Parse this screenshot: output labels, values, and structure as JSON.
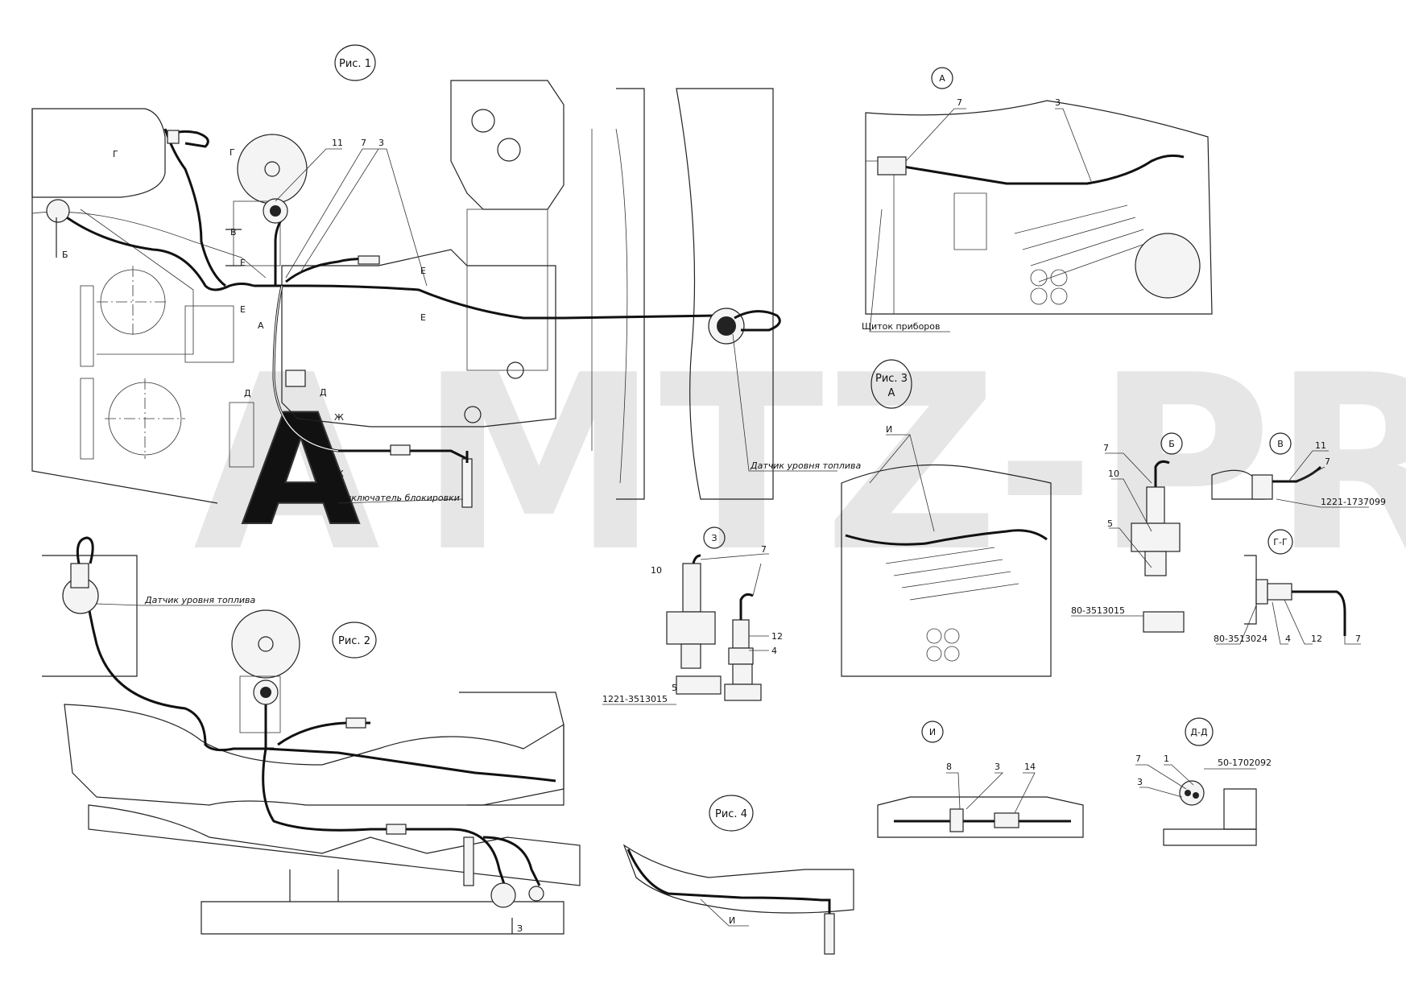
{
  "watermark": {
    "left": "A",
    "right": "MTZ-PRO"
  },
  "figures": {
    "fig1": "Рис. 1",
    "fig2": "Рис. 2",
    "fig3": "Рис. 3",
    "fig3_sub": "А",
    "fig4": "Рис. 4"
  },
  "views": {
    "A": "А",
    "B": "Б",
    "V": "В",
    "G": "Г-Г",
    "D": "Д-Д",
    "Z": "З",
    "I": "И"
  },
  "labels": {
    "fuel_sensor_1": "Датчик уровня топлива",
    "fuel_sensor_2": "Датчик уровня топлива",
    "lock_switch": "Выключатель блокировки",
    "dashboard": "Щиток приборов"
  },
  "part_numbers": {
    "p1": "1221-3513015",
    "p2": "1221-1737099",
    "p3": "80-3513015",
    "p4": "80-3513024",
    "p5": "50-1702092"
  },
  "section_marks": {
    "g": "Г",
    "b": "Б",
    "v": "В",
    "e": "Е",
    "a": "А",
    "d": "Д",
    "zh": "Ж",
    "i": "И",
    "z": "З"
  },
  "callouts": {
    "n1": "1",
    "n3": "3",
    "n4": "4",
    "n5": "5",
    "n7": "7",
    "n8": "8",
    "n10": "10",
    "n11": "11",
    "n12": "12",
    "n14": "14"
  }
}
